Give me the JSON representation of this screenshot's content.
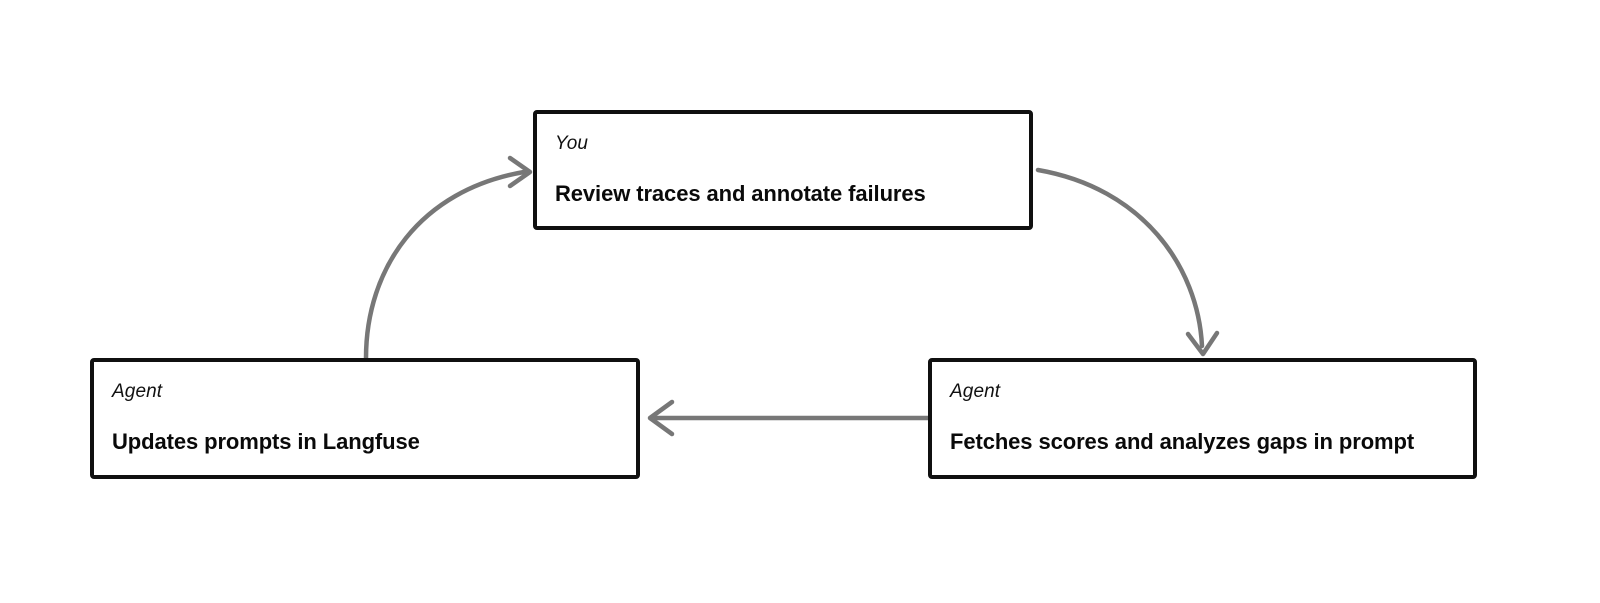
{
  "diagram": {
    "type": "cycle-flowchart",
    "background_color": "#ffffff",
    "node_border_color": "#101010",
    "arrow_color": "#777777",
    "nodes": [
      {
        "id": "you-review",
        "role": "You",
        "action": "Review traces and annotate failures"
      },
      {
        "id": "agent-updates",
        "role": "Agent",
        "action": "Updates prompts in Langfuse"
      },
      {
        "id": "agent-fetches",
        "role": "Agent",
        "action": "Fetches scores and analyzes gaps in prompt"
      }
    ],
    "edges": [
      {
        "id": "edge-updates-to-you",
        "from": "agent-updates",
        "to": "you-review",
        "style": "curved",
        "arrowhead": "open-v",
        "label": ""
      },
      {
        "id": "edge-you-to-fetches",
        "from": "you-review",
        "to": "agent-fetches",
        "style": "curved",
        "arrowhead": "open-v",
        "label": ""
      },
      {
        "id": "edge-fetches-to-updates",
        "from": "agent-fetches",
        "to": "agent-updates",
        "style": "straight",
        "arrowhead": "open-v",
        "label": ""
      }
    ]
  }
}
